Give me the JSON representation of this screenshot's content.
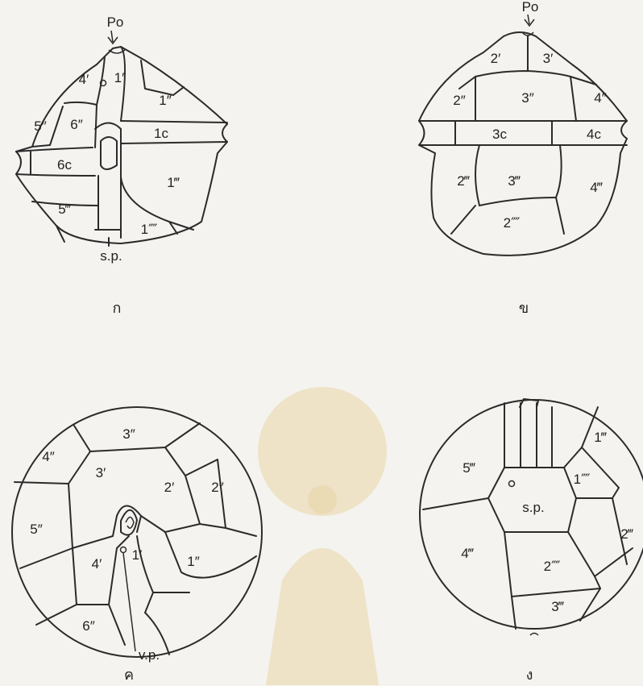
{
  "panels": {
    "a": {
      "caption": "ก",
      "labels": {
        "po": "Po",
        "p4a": "4′",
        "p1a": "1′",
        "p1pp": "1″",
        "p5pp": "5″",
        "p6pp": "6″",
        "c1": "1c",
        "c6": "6c",
        "p1ppp": "1‴",
        "p5ppp": "5‴",
        "p1pppp": "1⁗",
        "sp": "s.p."
      }
    },
    "b": {
      "caption": "ข",
      "labels": {
        "po": "Po",
        "p2a": "2′",
        "p3a": "3′",
        "p2pp": "2″",
        "p3pp": "3″",
        "p4pp": "4″",
        "c3": "3c",
        "c4": "4c",
        "p2ppp": "2‴",
        "p3ppp": "3‴",
        "p4ppp": "4‴",
        "p2pppp": "2⁗"
      }
    },
    "c": {
      "caption": "ค",
      "labels": {
        "p3pp": "3″",
        "p4pp": "4″",
        "p3a": "3′",
        "p2a": "2′",
        "p2pp": "2″",
        "p5pp": "5″",
        "p4a": "4′",
        "p1a": "1′",
        "p1pp": "1″",
        "p6pp": "6″",
        "vp": "v.p."
      }
    },
    "d": {
      "caption": "ง",
      "labels": {
        "p5ppp": "5‴",
        "p1ppp": "1‴",
        "p1pppp": "1⁗",
        "sp": "s.p.",
        "p2ppp": "2‴",
        "p4ppp": "4‴",
        "p2pppp": "2⁗",
        "p3ppp": "3‴"
      }
    }
  }
}
